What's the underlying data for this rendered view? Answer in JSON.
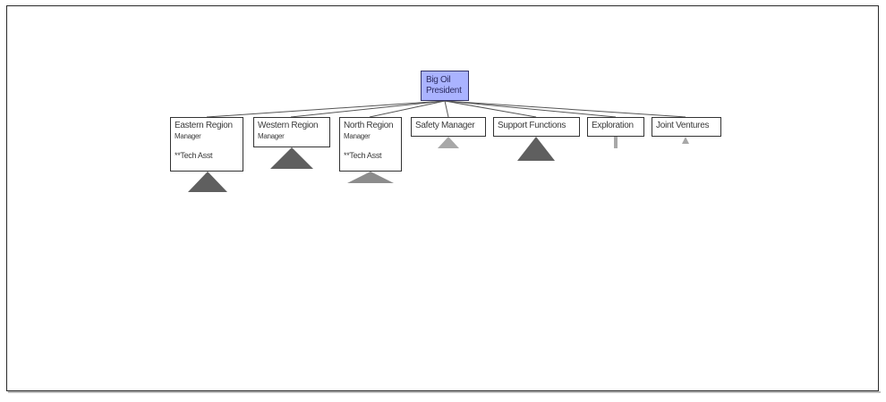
{
  "org_chart": {
    "root": {
      "title": "Big Oil",
      "subtitle": "President"
    },
    "departments": [
      {
        "name": "Eastern Region",
        "role": "Manager",
        "extra": "**Tech Asst"
      },
      {
        "name": "Western Region",
        "role": "Manager"
      },
      {
        "name": "North Region",
        "role": "Manager",
        "extra": "**Tech Asst"
      },
      {
        "name": "Safety Manager"
      },
      {
        "name": "Support Functions"
      },
      {
        "name": "Exploration"
      },
      {
        "name": "Joint Ventures"
      }
    ]
  },
  "colors": {
    "root_fill": "#aab3ff",
    "node_border": "#333333",
    "collapse_dark": "#5f5f5f",
    "collapse_light": "#a8a8a8"
  },
  "icons": {
    "collapsed_subtree_marker": "triangle-icon"
  }
}
